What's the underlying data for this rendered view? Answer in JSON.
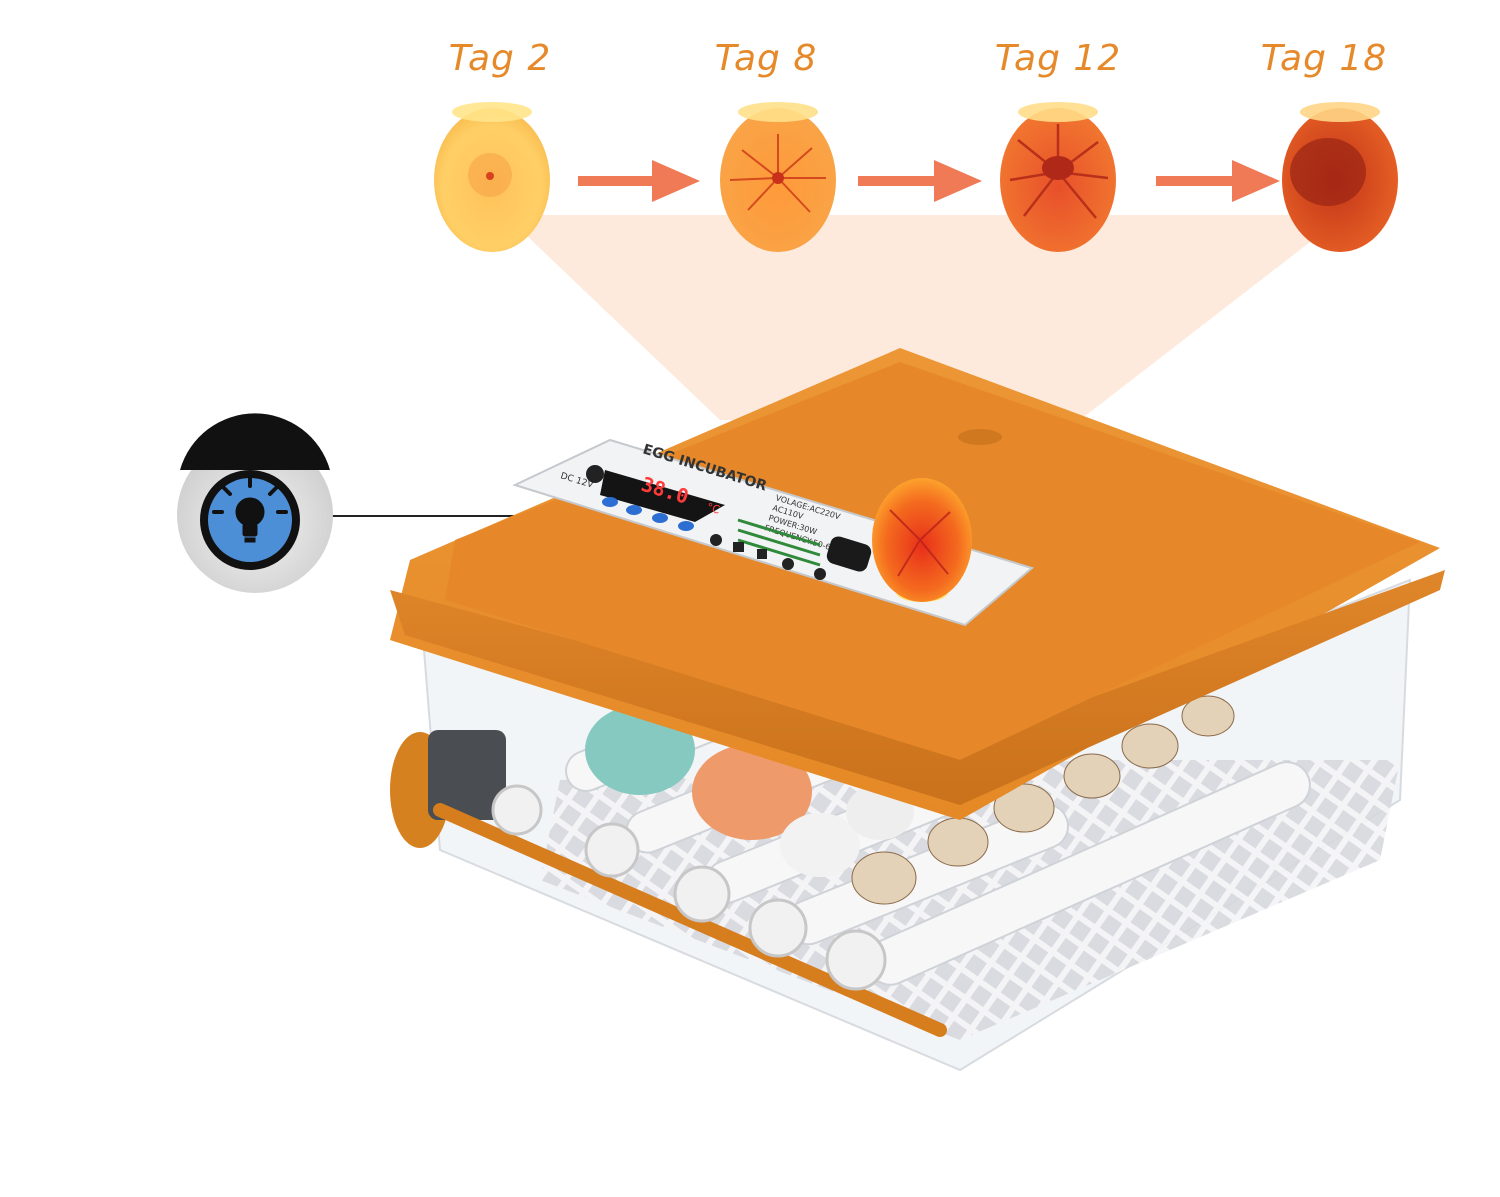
{
  "stages": [
    {
      "label": "Tag 2"
    },
    {
      "label": "Tag 8"
    },
    {
      "label": "Tag 12"
    },
    {
      "label": "Tag 18"
    }
  ],
  "panel": {
    "title": "EGG INCUBATOR",
    "display": "38.0",
    "unit": "°C",
    "dc_label": "DC 12V",
    "spec_lines": [
      "VOLAGE:AC220V",
      "AC110V",
      "POWER:30W",
      "FREQUENCY:50-60Hz"
    ]
  },
  "colors": {
    "label": "#e6892a",
    "shell": "#e8902c",
    "shell_dark": "#c8721a",
    "candle_beam": "#fde6d6",
    "arrow": "#ef7a55"
  },
  "icons": {
    "callout": "lightbulb-icon"
  }
}
